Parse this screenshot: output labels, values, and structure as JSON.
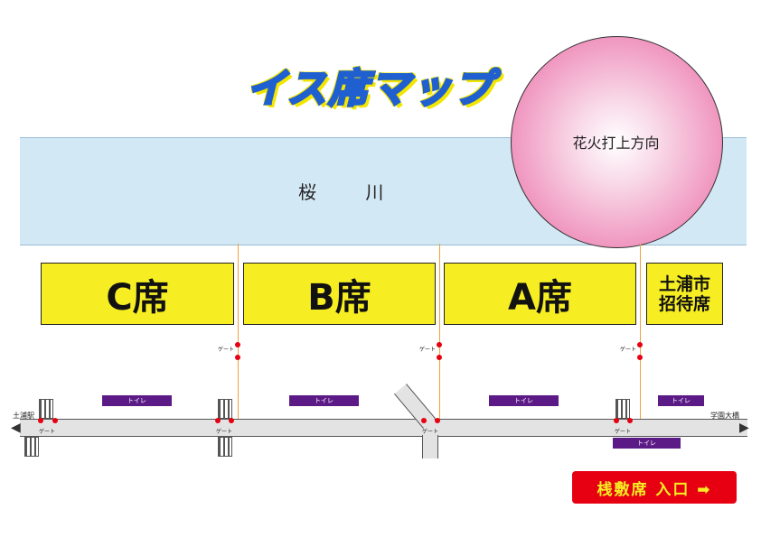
{
  "title": "イス席マップ",
  "river_label": "桜 川",
  "fireworks_label": "花火打上方向",
  "seats": {
    "c": "C席",
    "b": "B席",
    "a": "A席",
    "invite_line1": "土浦市",
    "invite_line2": "招待席"
  },
  "gate_label": "ゲート",
  "toilet_label": "トイレ",
  "station_left": "土浦駅",
  "station_right": "学園大橋",
  "entrance_label": "桟敷席  入口 ➡",
  "colors": {
    "seat": "#f6ee23",
    "river": "#d3e8f5",
    "toilet": "#5c1a87",
    "entrance": "#e60012"
  }
}
